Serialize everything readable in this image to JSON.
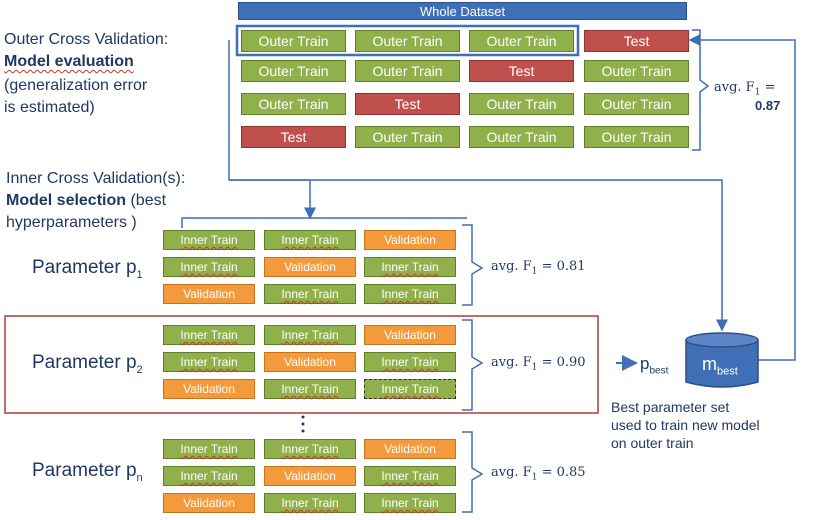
{
  "header": {
    "title": "Whole Dataset"
  },
  "outer_cv": {
    "title": "Outer Cross Validation:",
    "subtitle": "Model evaluation",
    "note_line1": "(generalization error",
    "note_line2": "is estimated)",
    "rows": [
      [
        "Outer Train",
        "Outer Train",
        "Outer Train",
        "Test"
      ],
      [
        "Outer Train",
        "Outer Train",
        "Test",
        "Outer Train"
      ],
      [
        "Outer Train",
        "Test",
        "Outer Train",
        "Outer Train"
      ],
      [
        "Test",
        "Outer Train",
        "Outer Train",
        "Outer Train"
      ]
    ],
    "avg_label": "avg. F",
    "avg_sub": "1",
    "avg_eq": " =",
    "avg_value": "0.87"
  },
  "inner_cv": {
    "title": "Inner Cross Validation(s):",
    "subtitle_bold": "Model selection",
    "subtitle_rest": " (best",
    "subtitle_line2": "hyperparameters )",
    "blocks": [
      {
        "param": "Parameter p",
        "sub": "1",
        "avg": "avg. F",
        "avg_sub": "1",
        "avg_value": " = 0.81",
        "rows": [
          [
            "Inner Train",
            "Inner Train",
            "Validation"
          ],
          [
            "Inner Train",
            "Validation",
            "Inner Train"
          ],
          [
            "Validation",
            "Inner Train",
            "Inner Train"
          ]
        ]
      },
      {
        "param": "Parameter p",
        "sub": "2",
        "avg": "avg. F",
        "avg_sub": "1",
        "avg_value": " = 0.90",
        "rows": [
          [
            "Inner Train",
            "Inner Train",
            "Validation"
          ],
          [
            "Inner Train",
            "Validation",
            "Inner Train"
          ],
          [
            "Validation",
            "Inner Train",
            "Inner Train"
          ]
        ]
      },
      {
        "param": "Parameter p",
        "sub": "n",
        "avg": "avg. F",
        "avg_sub": "1",
        "avg_value": " = 0.85",
        "rows": [
          [
            "Inner Train",
            "Inner Train",
            "Validation"
          ],
          [
            "Inner Train",
            "Validation",
            "Inner Train"
          ],
          [
            "Validation",
            "Inner Train",
            "Inner Train"
          ]
        ]
      }
    ]
  },
  "best": {
    "p_label": "p",
    "p_sub": "best",
    "m_label": "m",
    "m_sub": "best",
    "note_line1": "Best parameter set",
    "note_line2": "used to train new model",
    "note_line3": "on outer train"
  },
  "colors": {
    "train": "#8fb04a",
    "test": "#c0504d",
    "validation": "#f39a3c",
    "header": "#3f6fb6",
    "arrow": "#3f6fb6",
    "highlight": "#b03a3a"
  }
}
